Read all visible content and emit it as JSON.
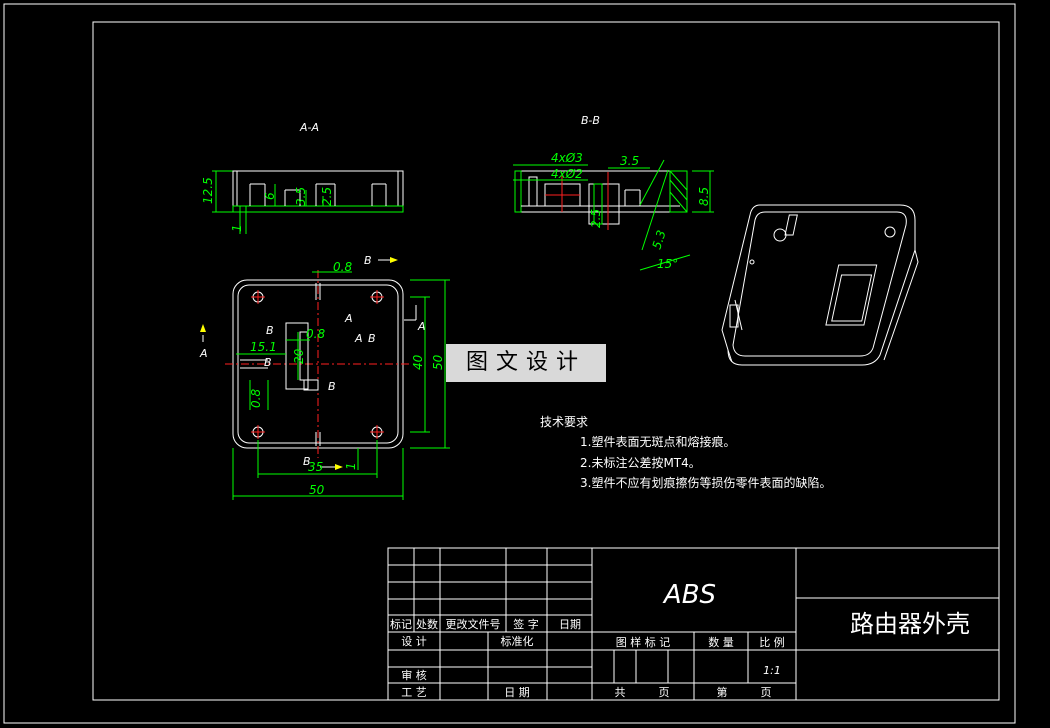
{
  "views": {
    "section_aa": "A-A",
    "section_bb": "B-B",
    "cut_a": "A",
    "cut_b": "B"
  },
  "dimensions": {
    "aa_height": "12.5",
    "aa_wall": "1",
    "aa_d6": "6",
    "aa_d3_5": "3.5",
    "aa_d2_5": "2.5",
    "bb_holes_3": "4xØ3",
    "bb_holes_2": "4xØ2",
    "bb_3_5": "3.5",
    "bb_8_5": "8.5",
    "bb_5_3": "5.3",
    "bb_2_5": "2.5",
    "bb_angle": "15°",
    "plan_0_8_top": "0.8",
    "plan_0_8_mid": "0.8",
    "plan_0_8_left": "0.8",
    "plan_15_1": "15.1",
    "plan_20": "20",
    "plan_40": "40",
    "plan_50_right": "50",
    "plan_35": "35",
    "plan_1": "1",
    "plan_50_bottom": "50"
  },
  "tech_requirements": {
    "title": "技术要求",
    "items": [
      "1.塑件表面无斑点和熔接痕。",
      "2.未标注公差按MT4。",
      "3.塑件不应有划痕擦伤等损伤零件表面的缺陷。"
    ]
  },
  "watermark": "图文设计",
  "title_block": {
    "material": "ABS",
    "part_name": "路由器外壳",
    "col_mark": "标记",
    "col_count": "处数",
    "col_doc": "更改文件号",
    "col_sign": "签 字",
    "col_date": "日期",
    "design": "设 计",
    "standard": "标准化",
    "drawing_mark": "图 样 标 记",
    "quantity": "数 量",
    "scale_label": "比 例",
    "scale": "1:1",
    "review": "审 核",
    "process": "工 艺",
    "date": "日 期",
    "total": "共",
    "page": "页",
    "sheet": "第",
    "page2": "页"
  }
}
